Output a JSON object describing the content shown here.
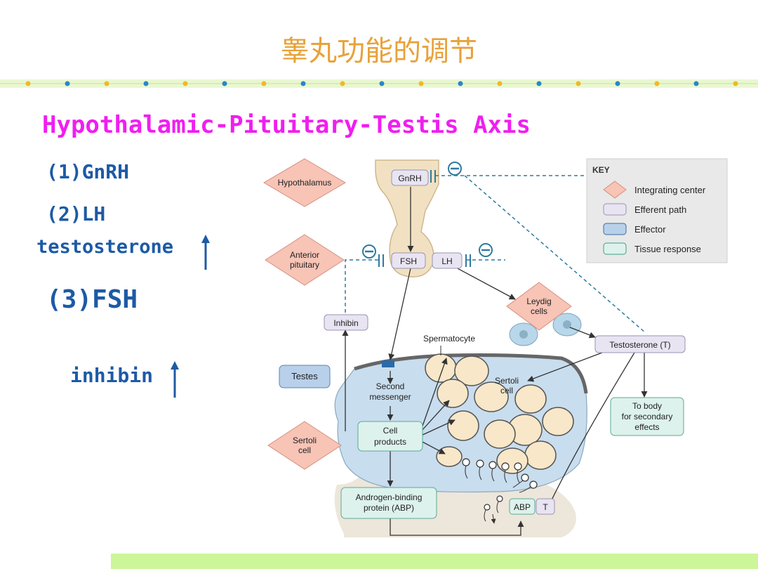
{
  "page": {
    "title": "睾丸功能的调节",
    "subtitle": "Hypothalamic-Pituitary-Testis Axis",
    "points": [
      {
        "label": "(1)GnRH"
      },
      {
        "label": "(2)LH"
      },
      {
        "label": "testosterone"
      },
      {
        "label": "(3)FSH"
      },
      {
        "label": "inhibin"
      }
    ]
  },
  "diagram": {
    "key_title": "KEY",
    "key_items": [
      "Integrating center",
      "Efferent path",
      "Effector",
      "Tissue response"
    ],
    "nodes": {
      "hypothalamus": "Hypothalamus",
      "gnrh": "GnRH",
      "anterior_pituitary_1": "Anterior",
      "anterior_pituitary_2": "pituitary",
      "fsh": "FSH",
      "lh": "LH",
      "leydig_1": "Leydig",
      "leydig_2": "cells",
      "inhibin": "Inhibin",
      "spermatocyte": "Spermatocyte",
      "testosterone": "Testosterone (T)",
      "testes": "Testes",
      "second_messenger_1": "Second",
      "second_messenger_2": "messenger",
      "sertoli_cell_inner_1": "Sertoli",
      "sertoli_cell_inner_2": "cell",
      "cell_products_1": "Cell",
      "cell_products_2": "products",
      "sertoli_cell_1": "Sertoli",
      "sertoli_cell_2": "cell",
      "to_body_1": "To body",
      "to_body_2": "for secondary",
      "to_body_3": "effects",
      "abp_box_1": "Androgen-binding",
      "abp_box_2": "protein (ABP)",
      "abp": "ABP",
      "t": "T",
      "minus": "−"
    },
    "colors": {
      "integrating": "#f7c4b6",
      "efferent": "#e8e4f2",
      "effector": "#b8d0ea",
      "tissue": "#ddf2ec"
    }
  }
}
